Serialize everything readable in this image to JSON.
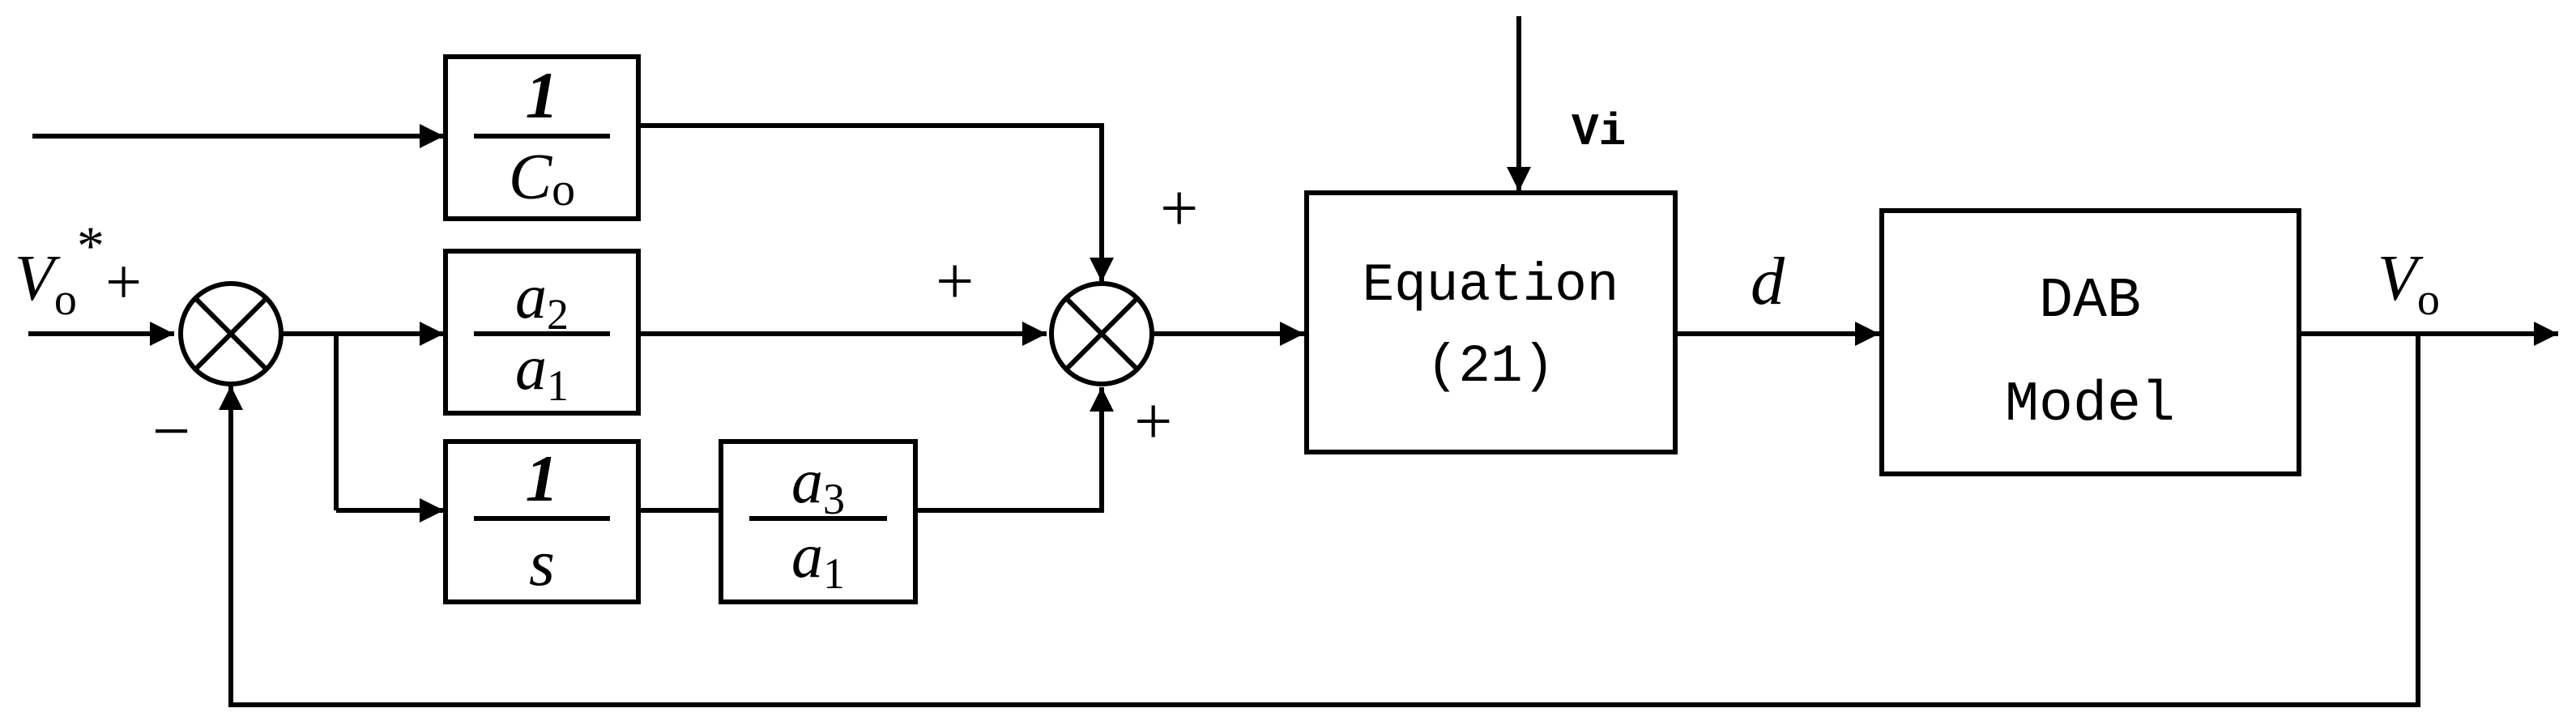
{
  "colors": {
    "stroke": "#000000",
    "background": "#ffffff"
  },
  "signals": {
    "reference_base": "V",
    "reference_sub": "o",
    "reference_sup": "*",
    "input_vi": "Vi",
    "duty": "d",
    "output_base": "V",
    "output_sub": "o"
  },
  "signs": {
    "sum1_ref": "+",
    "sum1_feedback": "−",
    "sum2_top": "+",
    "sum2_left": "+",
    "sum2_bottom": "+"
  },
  "blocks": {
    "inv_co": {
      "num": "1",
      "den_base": "C",
      "den_sub": "o"
    },
    "a2_a1": {
      "num_base": "a",
      "num_sub": "2",
      "den_base": "a",
      "den_sub": "1"
    },
    "integrator": {
      "num": "1",
      "den": "s"
    },
    "a3_a1": {
      "num_base": "a",
      "num_sub": "3",
      "den_base": "a",
      "den_sub": "1"
    },
    "equation": {
      "line1": "Equation",
      "line2": "(21)"
    },
    "dab": {
      "line1": "DAB",
      "line2": "Model"
    }
  }
}
